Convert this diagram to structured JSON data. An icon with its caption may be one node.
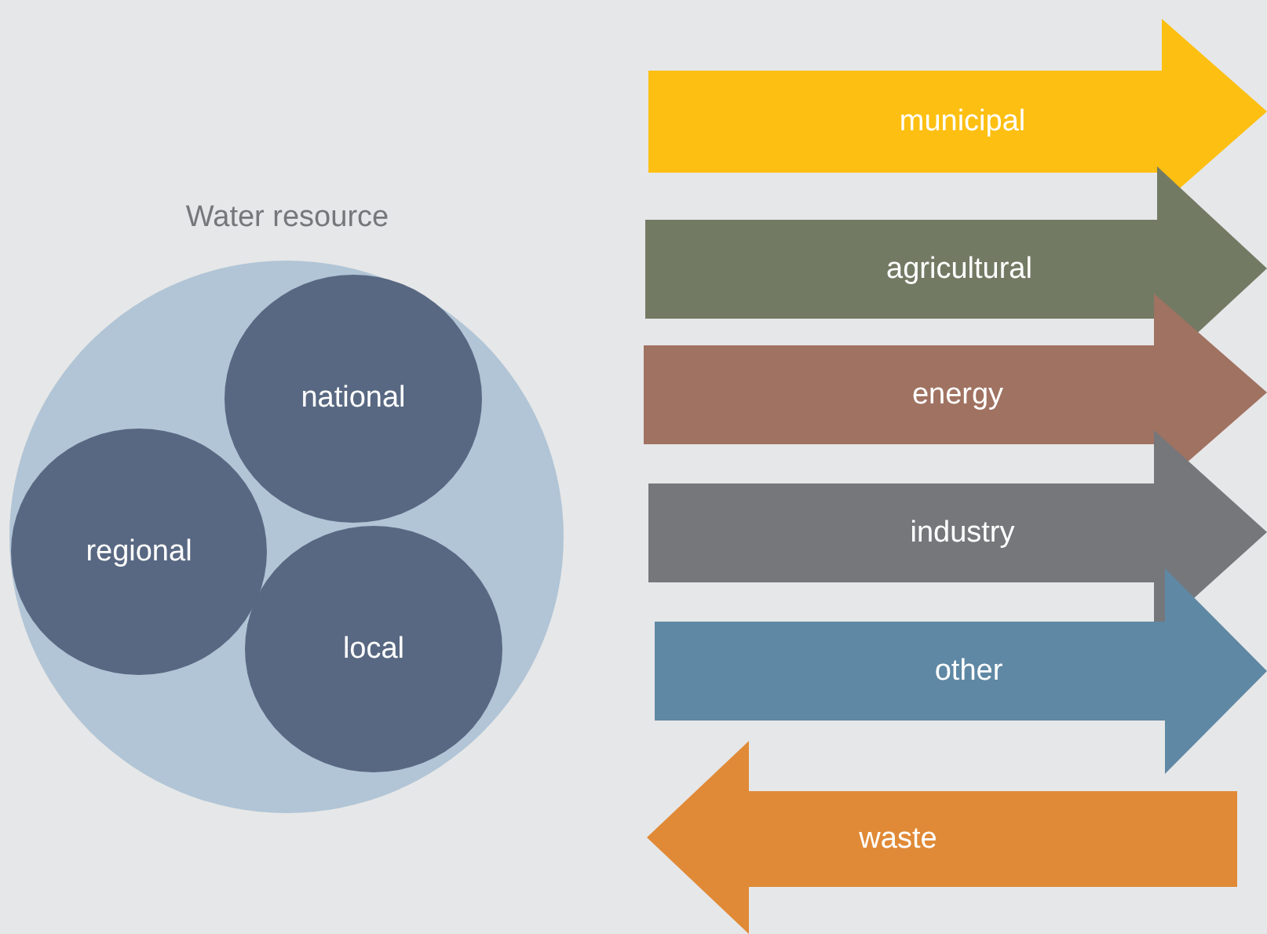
{
  "diagram": {
    "nodes": [
      {
        "text": [
          "Water resource"
        ]
      },
      {
        "text": [
          "national"
        ],
        "in": 0
      },
      {
        "text": [
          "regional"
        ],
        "in": 0
      },
      {
        "text": [
          "local"
        ],
        "in": 0
      },
      {
        "text": [
          "municipal"
        ]
      },
      {
        "text": [
          "agricultural"
        ]
      },
      {
        "text": [
          "energy"
        ]
      },
      {
        "text": [
          "industry"
        ]
      },
      {
        "text": [
          "other"
        ]
      },
      {
        "text": [
          "waste"
        ]
      }
    ]
  }
}
